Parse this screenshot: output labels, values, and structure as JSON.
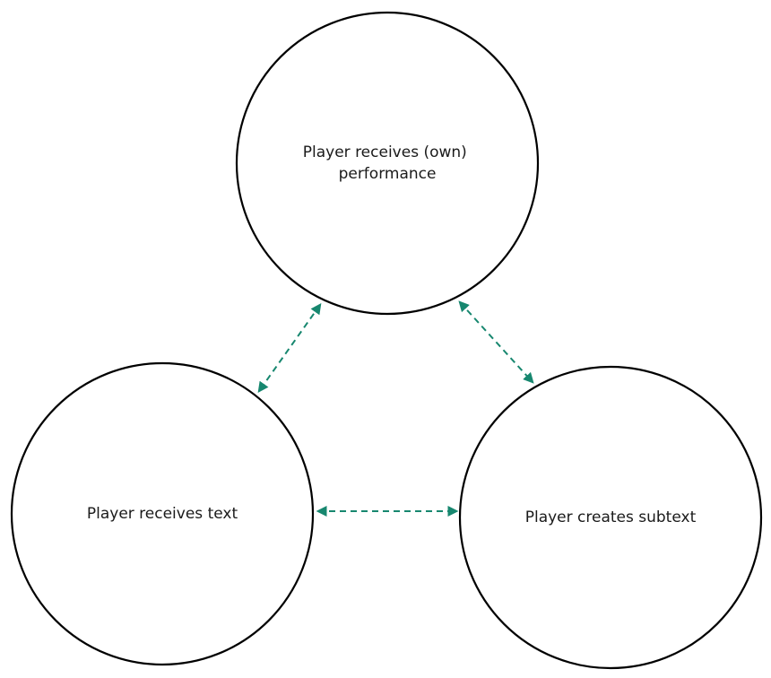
{
  "diagram": {
    "accent_color": "#17876f",
    "nodes": {
      "top": {
        "line1": "Player receives (own)",
        "line2": "performance"
      },
      "left": {
        "label": "Player receives text"
      },
      "right": {
        "label": "Player creates subtext"
      }
    },
    "connections": [
      {
        "from": "top",
        "to": "left",
        "style": "dashed",
        "arrows": "both"
      },
      {
        "from": "top",
        "to": "right",
        "style": "dashed",
        "arrows": "both"
      },
      {
        "from": "left",
        "to": "right",
        "style": "dashed",
        "arrows": "both"
      }
    ]
  }
}
